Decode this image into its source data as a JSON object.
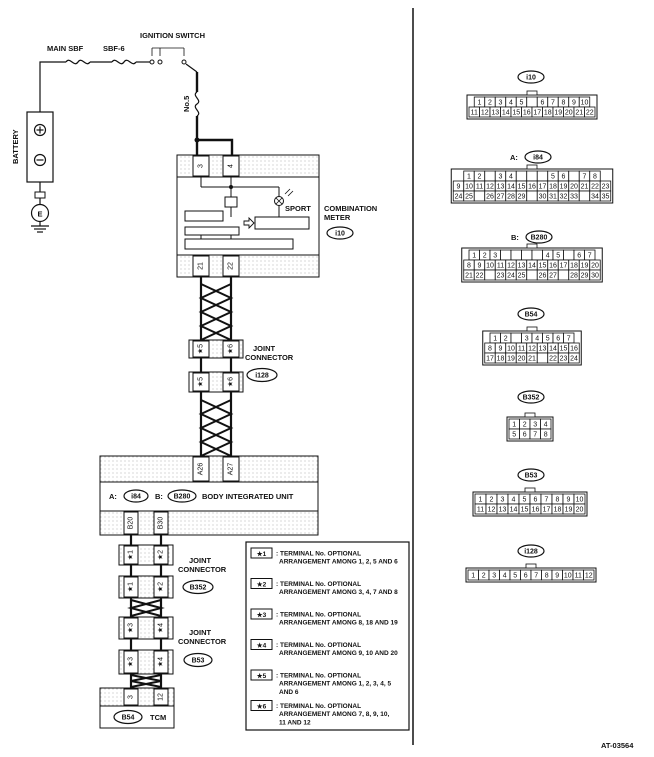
{
  "labels": {
    "main_sbf": "MAIN SBF",
    "sbf6": "SBF-6",
    "ignition_switch": "IGNITION SWITCH",
    "no5": "No.5",
    "battery": "BATTERY",
    "e": "E",
    "combination_meter": "COMBINATION",
    "combination_meter2": "METER",
    "sport": "SPORT",
    "joint_connector": "JOINT",
    "joint_connector2": "CONNECTOR",
    "body_integrated_unit": "BODY INTEGRATED UNIT",
    "a_prefix": "A:",
    "b_prefix": "B:",
    "tcm": "TCM",
    "figure_id": "AT-03564"
  },
  "connectors": {
    "i10": "i10",
    "i84": "i84",
    "b280": "B280",
    "i128": "i128",
    "b352": "B352",
    "b53": "B53",
    "b54": "B54"
  },
  "pins": {
    "meter_top": [
      "3",
      "4"
    ],
    "meter_bottom": [
      "21",
      "22"
    ],
    "jc_i128_top": [
      "★5",
      "★6"
    ],
    "jc_i128_bottom": [
      "★5",
      "★6"
    ],
    "biu_top": [
      "A26",
      "A27"
    ],
    "biu_bottom": [
      "B20",
      "B30"
    ],
    "jc_b352_top": [
      "★1",
      "★2"
    ],
    "jc_b352_bottom": [
      "★1",
      "★2"
    ],
    "jc_b53_top": [
      "★3",
      "★4"
    ],
    "jc_b53_bottom": [
      "★3",
      "★4"
    ],
    "tcm": [
      "3",
      "12"
    ]
  },
  "legend": [
    {
      "mark": "★1",
      "text": ": TERMINAL No. OPTIONAL ARRANGEMENT AMONG 1, 2, 5 AND 6"
    },
    {
      "mark": "★2",
      "text": ": TERMINAL No. OPTIONAL ARRANGEMENT AMONG 3, 4, 7 AND 8"
    },
    {
      "mark": "★3",
      "text": ": TERMINAL No. OPTIONAL ARRANGEMENT AMONG 8, 18 AND 19"
    },
    {
      "mark": "★4",
      "text": ": TERMINAL No. OPTIONAL ARRANGEMENT AMONG 9, 10 AND 20"
    },
    {
      "mark": "★5",
      "text": ": TERMINAL No. OPTIONAL ARRANGEMENT AMONG 1, 2, 3, 4, 5 AND 6"
    },
    {
      "mark": "★6",
      "text": ": TERMINAL No. OPTIONAL ARRANGEMENT AMONG 7, 8, 9, 10, 11 AND 12"
    }
  ],
  "connector_faces": {
    "i10": [
      [
        "1",
        "2",
        "3",
        "4",
        "5",
        "",
        "6",
        "7",
        "8",
        "9",
        "10"
      ],
      [
        "11",
        "12",
        "13",
        "14",
        "15",
        "16",
        "17",
        "18",
        "19",
        "20",
        "21",
        "22"
      ]
    ],
    "i84": [
      [
        "1",
        "2",
        "",
        "3",
        "4",
        "",
        "",
        "",
        "5",
        "6",
        "",
        "7",
        "8"
      ],
      [
        "9",
        "10",
        "11",
        "12",
        "13",
        "14",
        "15",
        "16",
        "17",
        "18",
        "19",
        "20",
        "21",
        "22",
        "23"
      ],
      [
        "24",
        "25",
        "",
        "26",
        "27",
        "28",
        "29",
        "",
        "30",
        "31",
        "32",
        "33",
        "",
        "34",
        "35"
      ]
    ],
    "b280": [
      [
        "1",
        "2",
        "3",
        "",
        "",
        "",
        "",
        "4",
        "5",
        "",
        "6",
        "7"
      ],
      [
        "8",
        "9",
        "10",
        "11",
        "12",
        "13",
        "14",
        "15",
        "16",
        "17",
        "18",
        "19",
        "20"
      ],
      [
        "21",
        "22",
        "",
        "23",
        "24",
        "25",
        "",
        "26",
        "27",
        "",
        "28",
        "29",
        "30"
      ]
    ],
    "b54": [
      [
        "1",
        "2",
        "",
        "3",
        "4",
        "5",
        "6",
        "7"
      ],
      [
        "8",
        "9",
        "10",
        "11",
        "12",
        "13",
        "14",
        "15",
        "16"
      ],
      [
        "17",
        "18",
        "19",
        "20",
        "21",
        "",
        "22",
        "23",
        "24"
      ]
    ],
    "b352": [
      [
        "1",
        "2",
        "3",
        "4"
      ],
      [
        "5",
        "6",
        "7",
        "8"
      ]
    ],
    "b53": [
      [
        "1",
        "2",
        "3",
        "4",
        "5",
        "6",
        "7",
        "8",
        "9",
        "10"
      ],
      [
        "11",
        "12",
        "13",
        "14",
        "15",
        "16",
        "17",
        "18",
        "19",
        "20"
      ]
    ],
    "i128": [
      [
        "1",
        "2",
        "3",
        "4",
        "5",
        "6",
        "7",
        "8",
        "9",
        "10",
        "11",
        "12"
      ]
    ]
  }
}
